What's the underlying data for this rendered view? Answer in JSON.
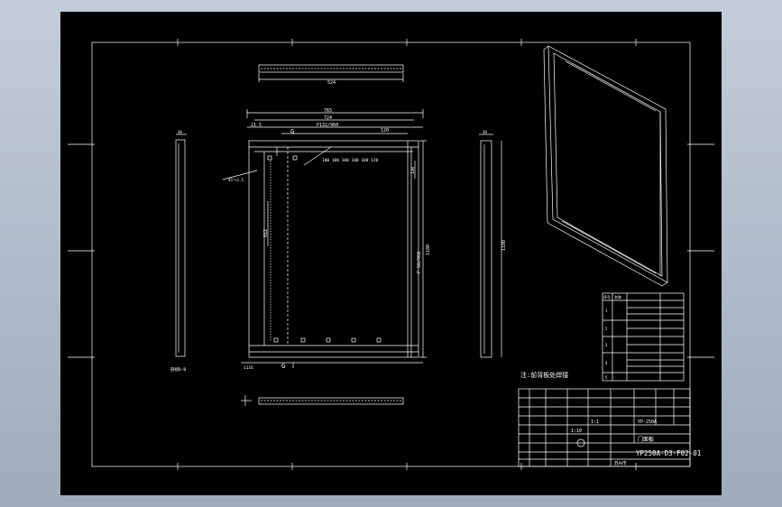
{
  "drawing": {
    "note": "注:前背板处焊接",
    "section_label": "剖视B-B",
    "mark_g_top": "G",
    "mark_g_bottom": "G",
    "dims": {
      "top_strip": "524",
      "front_overall": "765",
      "front_inner": "724",
      "front_pitch": "P132/960",
      "front_left_offset": "21.5",
      "front_gap": "120",
      "front_hole_row": "100 100 100 100 100 120",
      "front_height": "1180",
      "front_right_pitch": "P 50/960",
      "front_vertical_small": "120",
      "front_left_vertical": "812",
      "front_bottom_left": "1116",
      "side_left_top": "30",
      "side_right_top": "30",
      "side_right_height": "1180",
      "angle_label": "45°×1.5"
    }
  },
  "parts_table": {
    "headers": [
      "序号",
      "名称"
    ],
    "rows": [
      "1",
      "2",
      "3",
      "4",
      "5"
    ]
  },
  "title_block": {
    "drawing_number": "YP250A-D3-F02-01",
    "part_name": "门面板",
    "model": "YP-250A",
    "scale": "1:10",
    "ratio": "1:1",
    "company": "苏州市"
  },
  "colors": {
    "sheet": "#000000",
    "line": "#ffffff",
    "viewport": "#b3bfcc"
  }
}
